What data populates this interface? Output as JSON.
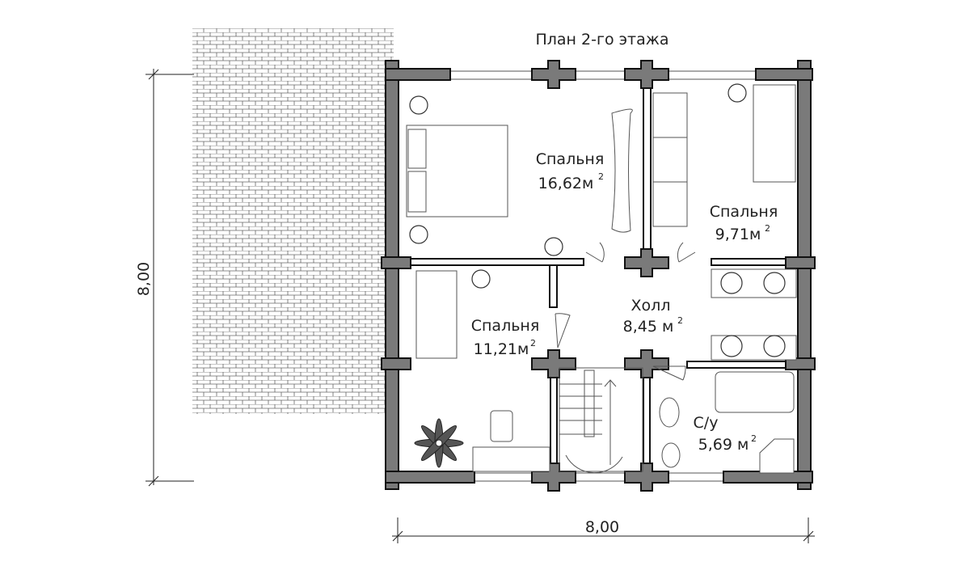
{
  "title": "План 2-го этажа",
  "dimensions": {
    "width": "8,00",
    "height": "8,00"
  },
  "rooms": [
    {
      "name": "Спальня",
      "area": "16,62м",
      "sup": "2"
    },
    {
      "name": "Спальня",
      "area": "9,71м",
      "sup": "2"
    },
    {
      "name": "Спальня",
      "area": "11,21м",
      "sup": "2"
    },
    {
      "name": "Холл",
      "area": "8,45 м",
      "sup": "2"
    },
    {
      "name": "С/у",
      "area": "5,69 м",
      "sup": "2"
    }
  ],
  "colors": {
    "wall": "#7a7a7a",
    "line": "#111111"
  }
}
